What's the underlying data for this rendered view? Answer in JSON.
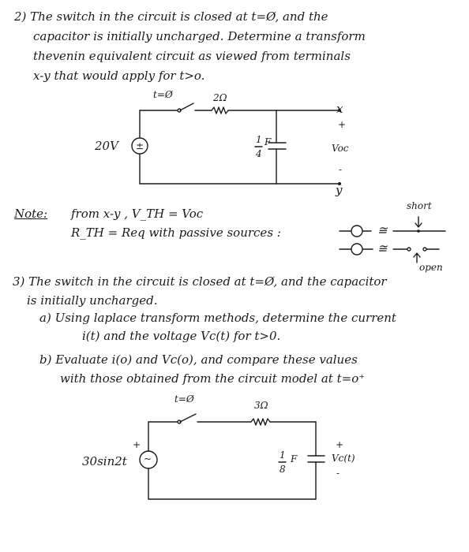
{
  "problem2": {
    "lines": [
      "2) The switch in the circuit is closed at t=Ø, and the",
      "capacitor is initially uncharged. Determine a transform",
      "thevenin equivalent circuit as viewed from terminals",
      "x-y that would apply for t>o."
    ],
    "circuit": {
      "switch_label": "t=Ø",
      "resistor_label": "2Ω",
      "source_label": "20V",
      "source_symbol": "±",
      "cap_num": "1",
      "cap_den": "4",
      "cap_unit": "F",
      "terminal_top": "x",
      "terminal_bottom": "y",
      "plus": "+",
      "minus": "-",
      "voc": "Voc"
    }
  },
  "note": {
    "label": "Note:",
    "line1": "from x-y ,  V_TH = Voc",
    "line2": "R_TH = Req   with passive sources :",
    "short": "short",
    "open": "open",
    "approx1": "≅",
    "approx2": "≅"
  },
  "problem3": {
    "lines": [
      "3) The switch in the circuit is closed at t=Ø, and the capacitor",
      "is initially uncharged."
    ],
    "a": "a) Using laplace transform methods, determine the current",
    "a2": "i(t) and the voltage Vc(t) for t>0.",
    "b": "b) Evaluate i(o) and Vc(o), and compare these values",
    "b2": "with those obtained from the circuit model at t=o⁺",
    "circuit": {
      "switch_label": "t=Ø",
      "resistor_label": "3Ω",
      "source_label": "30sin2t",
      "source_symbol": "~",
      "plus": "+",
      "cap_num": "1",
      "cap_den": "8",
      "cap_unit": "F",
      "vc_plus": "+",
      "vc_label": "Vc(t)",
      "vc_minus": "-"
    }
  }
}
